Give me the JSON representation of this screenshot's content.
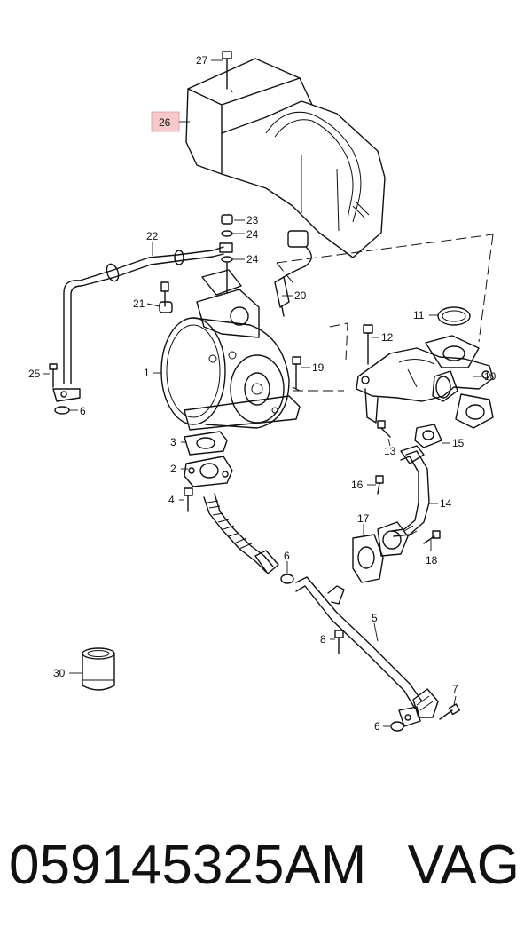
{
  "diagram": {
    "highlight_color": "#f6c9cc",
    "callouts": {
      "c27": "27",
      "c26": "26",
      "c23": "23",
      "c24a": "24",
      "c24b": "24",
      "c22": "22",
      "c20": "20",
      "c21": "21",
      "c11": "11",
      "c12": "12",
      "c25": "25",
      "c6a": "6",
      "c1": "1",
      "c19": "19",
      "c10": "10",
      "c13": "13",
      "c15": "15",
      "c3": "3",
      "c2": "2",
      "c4": "4",
      "c16": "16",
      "c14": "14",
      "c17": "17",
      "c18": "18",
      "c6b": "6",
      "c5": "5",
      "c8": "8",
      "c30": "30",
      "c7": "7",
      "c6c": "6"
    }
  },
  "footer": {
    "part_number": "059145325AM",
    "brand": "VAG"
  }
}
